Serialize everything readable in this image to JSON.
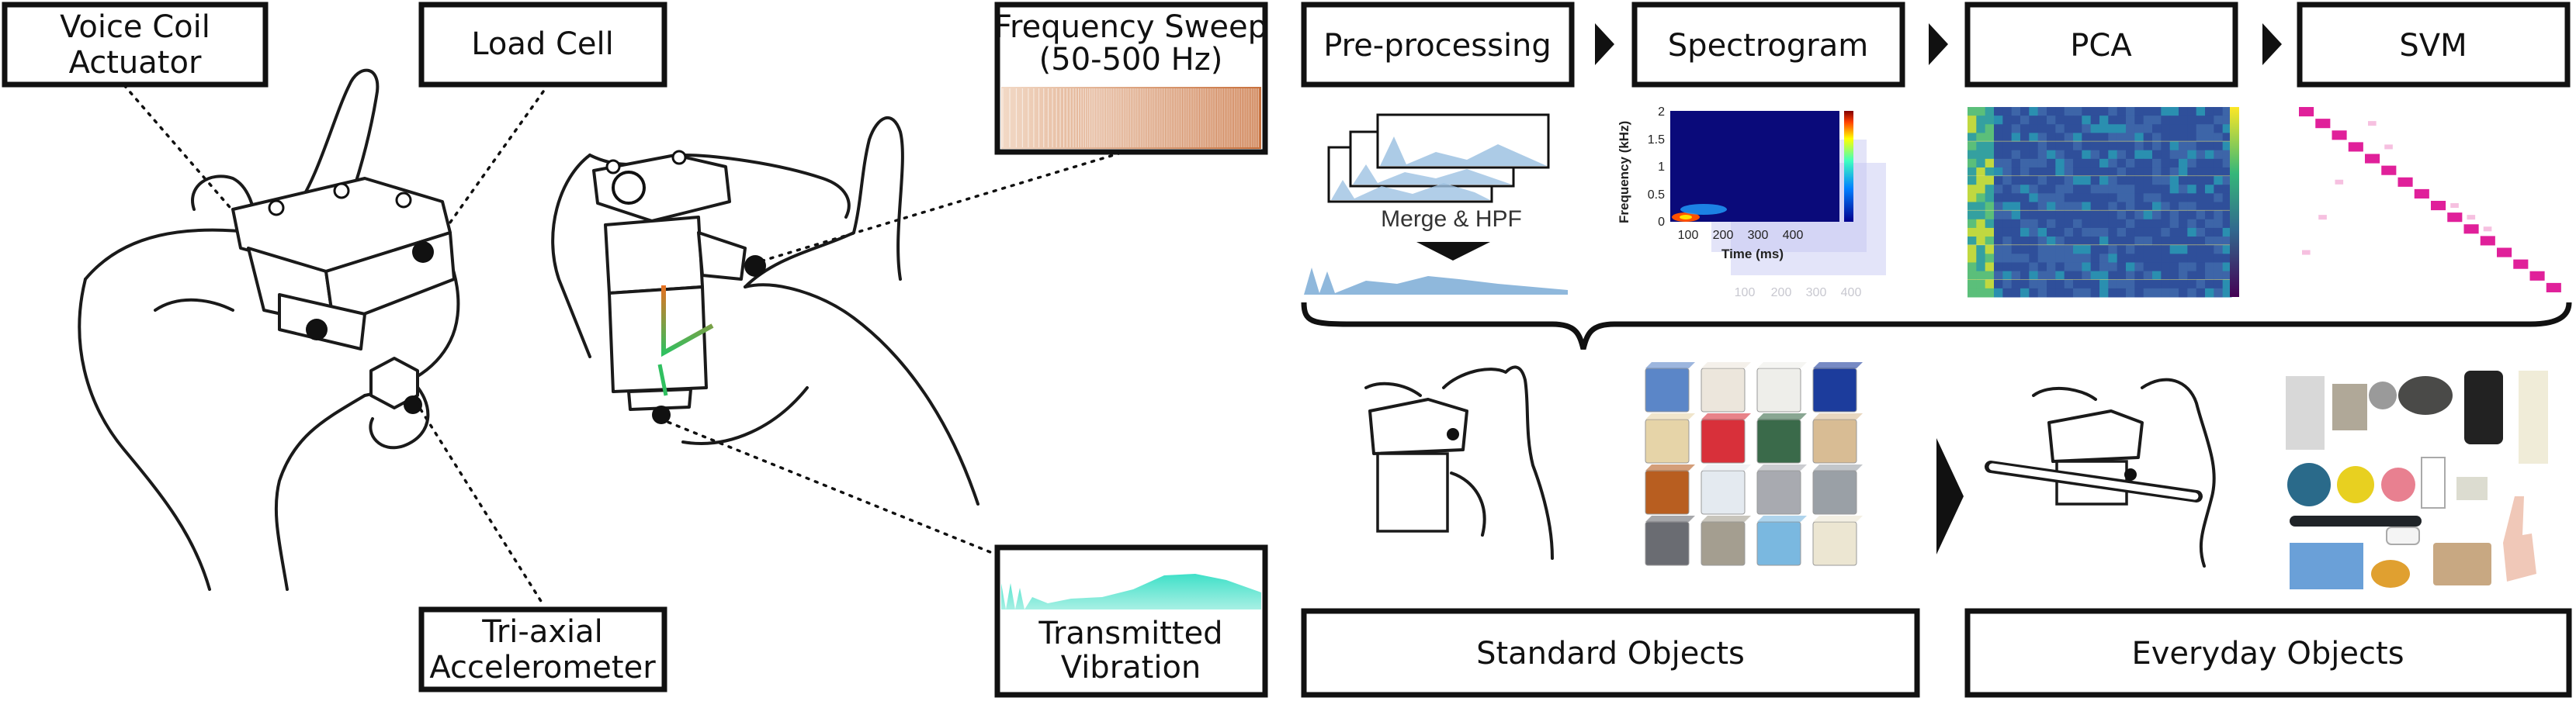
{
  "hardware": {
    "voice_coil_line1": "Voice Coil",
    "voice_coil_line2": "Actuator",
    "load_cell": "Load Cell",
    "accel_line1": "Tri-axial",
    "accel_line2": "Accelerometer",
    "sweep_line1": "Frequency Sweep",
    "sweep_line2": "(50-500 Hz)",
    "vibration_line1": "Transmitted",
    "vibration_line2": "Vibration"
  },
  "pipeline": {
    "steps": [
      "Pre-processing",
      "Spectrogram",
      "PCA",
      "SVM"
    ],
    "merge_label": "Merge & HPF"
  },
  "spectrogram": {
    "y_label": "Frequency (kHz)",
    "y_ticks": [
      "2",
      "1.5",
      "1",
      "0.5",
      "0"
    ],
    "x_label": "Time (ms)",
    "x_ticks": [
      "100",
      "200",
      "300",
      "400"
    ]
  },
  "objects": {
    "standard_label": "Standard Objects",
    "everyday_label": "Everyday Objects"
  },
  "colors": {
    "sweep_orange": "#c8784a",
    "vibration_teal": "#3ed8c0",
    "waveform_blue": "#8fb8dc",
    "svm_magenta": "#e0209a",
    "spectro_bg": "#0a0a7a"
  }
}
